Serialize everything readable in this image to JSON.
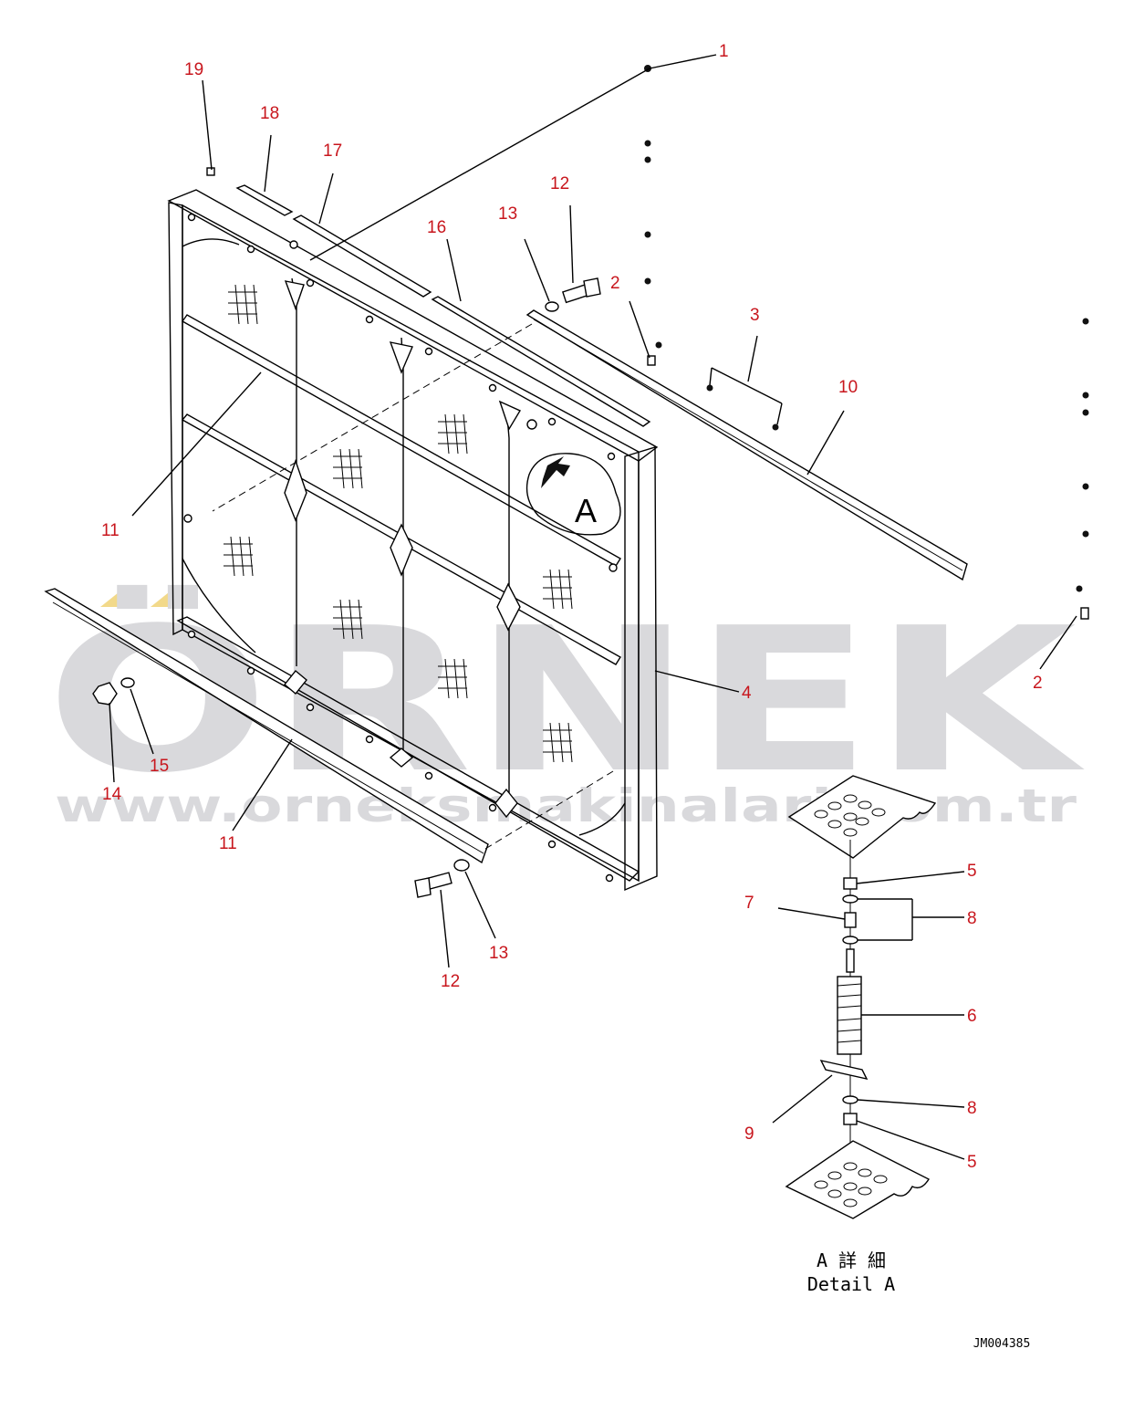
{
  "watermark": {
    "brand": "ÖRNEK",
    "url": "www.orneksmakinalari.com.tr",
    "brand_color": "#d9d9dc",
    "accent_color": "#f2d98a"
  },
  "callouts": [
    "1",
    "2",
    "3",
    "4",
    "5",
    "6",
    "7",
    "8",
    "9",
    "10",
    "11",
    "12",
    "13",
    "14",
    "15",
    "16",
    "17",
    "18",
    "19"
  ],
  "callout_color": "#c8161d",
  "callout_labels": {
    "c1": "1",
    "c2a": "2",
    "c2b": "2",
    "c3": "3",
    "c4": "4",
    "c5a": "5",
    "c5b": "5",
    "c6": "6",
    "c7": "7",
    "c8a": "8",
    "c8b": "8",
    "c9": "9",
    "c10": "10",
    "c11a": "11",
    "c11b": "11",
    "c12a": "12",
    "c12b": "12",
    "c13a": "13",
    "c13b": "13",
    "c14": "14",
    "c15": "15",
    "c16": "16",
    "c17": "17",
    "c18": "18",
    "c19": "19"
  },
  "detail": {
    "marker": "A",
    "caption_jp": "A 詳 細",
    "caption_en": "Detail A"
  },
  "drawing_code": "JM004385"
}
